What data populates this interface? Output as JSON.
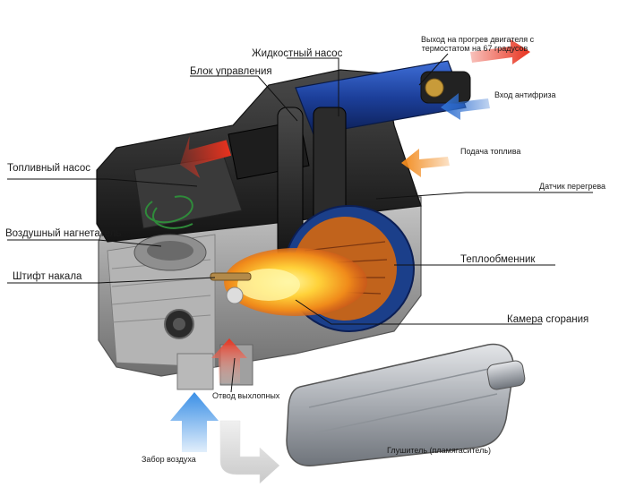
{
  "labels": {
    "liquid_pump": "Жидкостный насос",
    "control_unit": "Блок управления",
    "heating_outlet_line1": "Выход на прогрев двигателя с",
    "heating_outlet_line2": "термостатом на 67 градусов",
    "antifreeze_inlet": "Вход антифриза",
    "fuel_supply": "Подача топлива",
    "fuel_pump": "Топливный насос",
    "overheat_sensor": "Датчик перегрева",
    "air_blower": "Воздушный нагнетатель",
    "heat_exchanger": "Теплообменник",
    "glow_pin": "Штифт накала",
    "combustion_chamber": "Камера сгорания",
    "exhaust_outlet": "Отвод выхлопных",
    "air_intake": "Забор воздуха",
    "muffler": "Глушитель (пламягаситель)"
  },
  "colors": {
    "hot_arrow": "#e8321e",
    "cold_arrow": "#2f6fd0",
    "fuel_arrow": "#f28b1e",
    "air_arrow": "#3a8fe6",
    "housing": "#9a9a9a",
    "housing_dark": "#2b2b2b",
    "flame": "#f7a21c"
  }
}
